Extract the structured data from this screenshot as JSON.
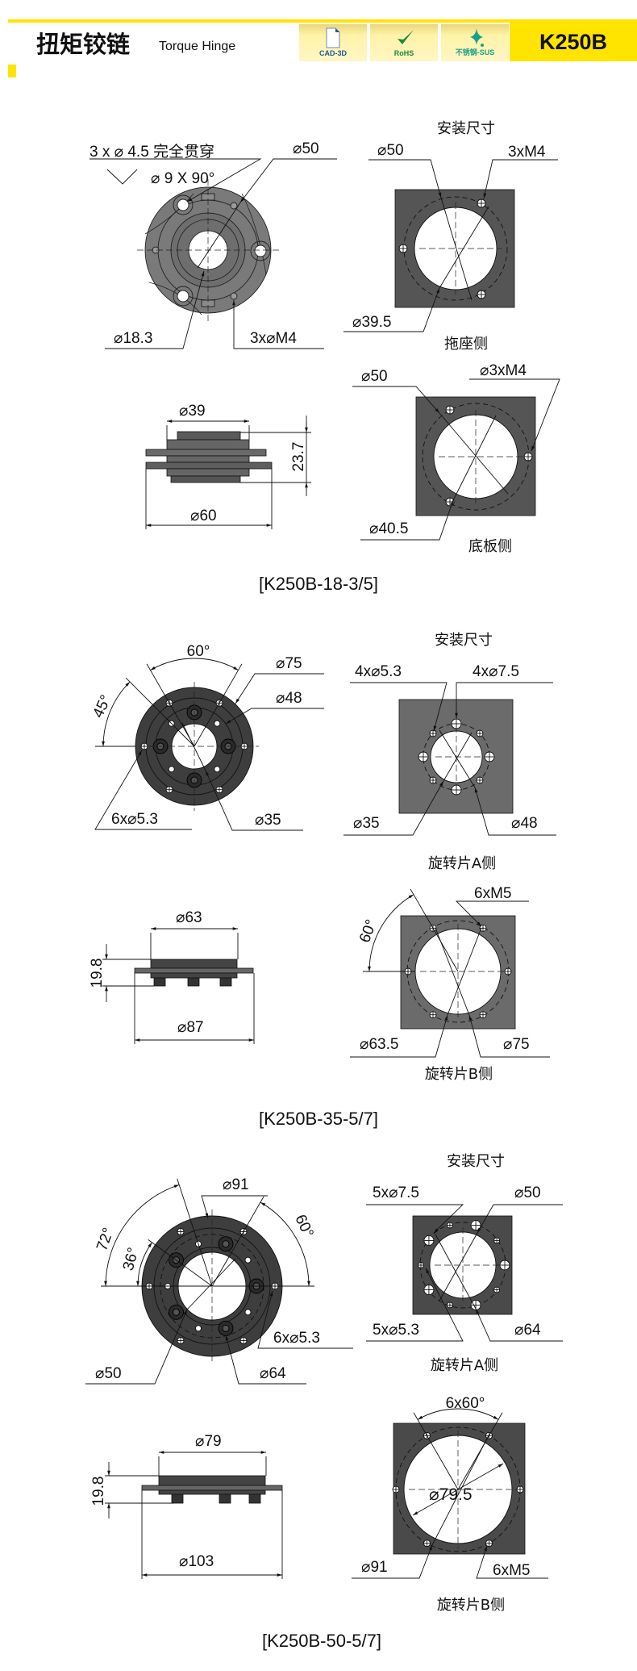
{
  "header": {
    "title": "扭矩铰链",
    "subtitle": "Torque Hinge",
    "badges": [
      {
        "label": "CAD-3D",
        "icon": "document-icon",
        "color": "#1a5aa0"
      },
      {
        "label": "RoHS",
        "icon": "checkmark-icon",
        "color": "#1d8a3a"
      },
      {
        "label": "不锈钢-SUS",
        "icon": "sparkle-icon",
        "color": "#1aa08a"
      }
    ],
    "model": "K250B",
    "accent_color": "#ffe400"
  },
  "sections": [
    {
      "title": "[K250B-18-3/5]",
      "mount_heading": "安装尺寸",
      "front": {
        "holes": "3 x ⌀ 4.5 完全贯穿",
        "countersink": "⌀ 9 X 90°",
        "pcd": "⌀50",
        "bore": "⌀18.3",
        "threads": "3x⌀M4"
      },
      "side": {
        "top_dia": "⌀39",
        "height": "23.7",
        "flange_dia": "⌀60"
      },
      "plate_a": {
        "name": "拖座侧",
        "pcd": "⌀50",
        "threads": "3xM4",
        "bore": "⌀39.5"
      },
      "plate_b": {
        "name": "底板侧",
        "pcd": "⌀50",
        "threads": "⌀3xM4",
        "bore": "⌀40.5"
      }
    },
    {
      "title": "[K250B-35-5/7]",
      "mount_heading": "安装尺寸",
      "front": {
        "angle_a": "60°",
        "angle_b": "45°",
        "outer": "⌀75",
        "pcd": "⌀48",
        "holes": "6x⌀5.3",
        "bore": "⌀35"
      },
      "side": {
        "top_dia": "⌀63",
        "height": "19.8",
        "flange_dia": "⌀87"
      },
      "plate_a": {
        "name": "旋转片A侧",
        "small_holes": "4x⌀5.3",
        "large_holes": "4x⌀7.5",
        "bore": "⌀35",
        "pcd": "⌀48"
      },
      "plate_b": {
        "name": "旋转片B侧",
        "threads": "6xM5",
        "angle": "60°",
        "bore": "⌀63.5",
        "pcd": "⌀75"
      }
    },
    {
      "title": "[K250B-50-5/7]",
      "mount_heading": "安装尺寸",
      "front": {
        "outer": "⌀91",
        "angle_a": "72°",
        "angle_b": "36°",
        "angle_c": "60°",
        "holes": "6x⌀5.3",
        "bore": "⌀50",
        "pcd": "⌀64"
      },
      "side": {
        "top_dia": "⌀79",
        "height": "19.8",
        "flange_dia": "⌀103"
      },
      "plate_a": {
        "name": "旋转片A侧",
        "large_holes": "5x⌀7.5",
        "bore": "⌀50",
        "small_holes": "5x⌀5.3",
        "pcd": "⌀64"
      },
      "plate_b": {
        "name": "旋转片B侧",
        "angle": "6x60°",
        "bore": "⌀79.5",
        "pcd": "⌀91",
        "threads": "6xM5"
      }
    }
  ]
}
